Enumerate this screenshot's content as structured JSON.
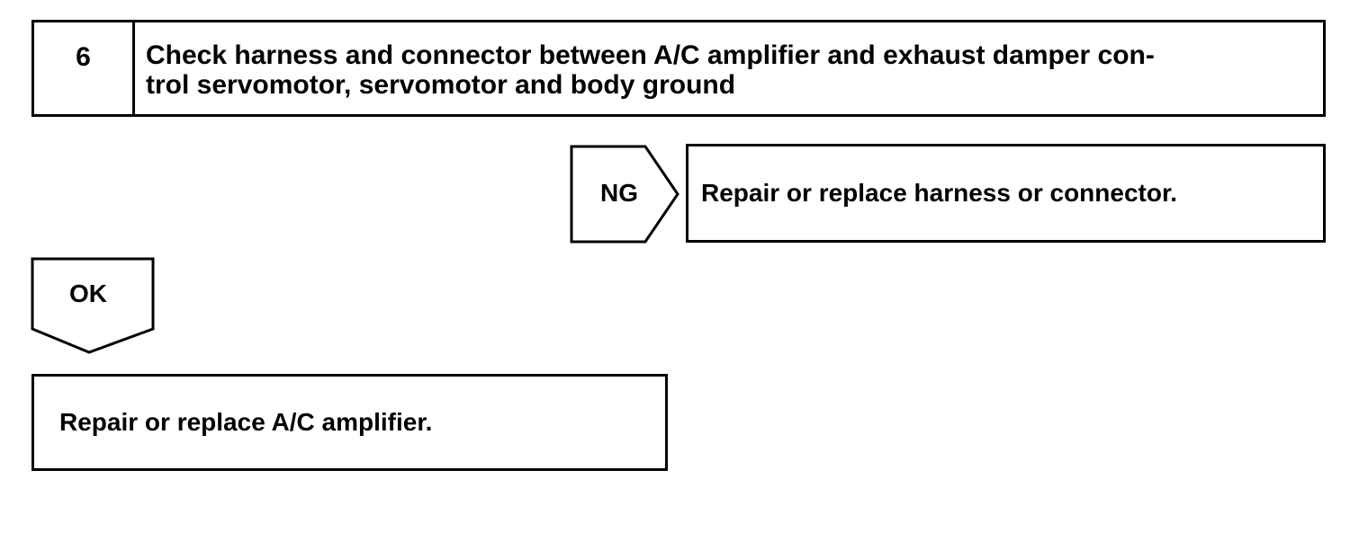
{
  "step": {
    "number": "6",
    "title": "Check harness and connector between A/C amplifier and exhaust damper con-\ntrol servomotor, servomotor and body ground"
  },
  "ng_branch": {
    "label": "NG",
    "action": "Repair or replace harness or connector."
  },
  "ok_branch": {
    "label": "OK",
    "action": "Repair or replace A/C amplifier."
  }
}
